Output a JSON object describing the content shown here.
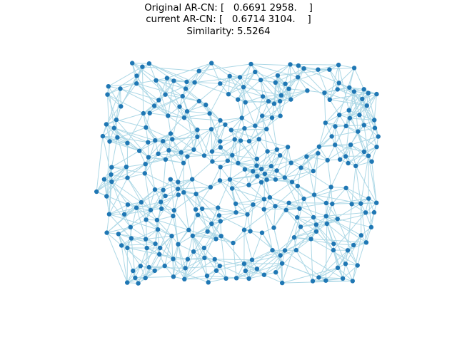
{
  "title": {
    "line1": "Original AR-CN: [   0.6691 2958.    ]",
    "line2": "current AR-CN: [   0.6714 3104.    ]",
    "line3": "Similarity: 5.5264"
  },
  "colors": {
    "node": "#1f77b4",
    "edge": "#add8e6",
    "background": "#ffffff"
  },
  "graph": {
    "node_count": 320,
    "avg_neighbors": 6
  }
}
